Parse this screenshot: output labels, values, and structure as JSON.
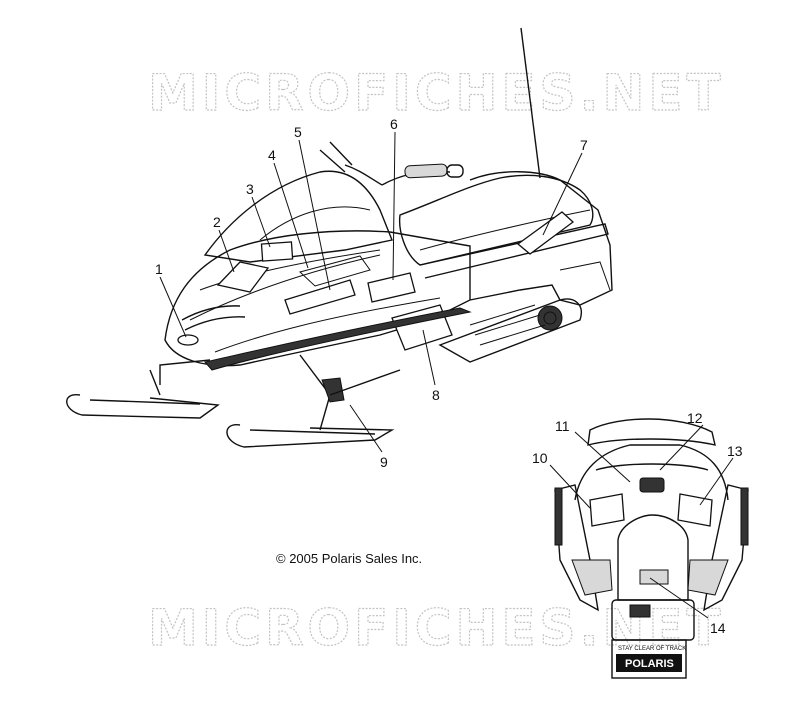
{
  "watermark": {
    "text_top": "MICROFICHES.NET",
    "text_bottom": "MICROFICHES.NET"
  },
  "copyright": "© 2005 Polaris Sales Inc.",
  "callouts": [
    "1",
    "2",
    "3",
    "4",
    "5",
    "6",
    "7",
    "8",
    "9",
    "10",
    "11",
    "12",
    "13",
    "14"
  ],
  "rear_view": {
    "brand": "POLARIS",
    "warning": "STAY CLEAR OF TRACK"
  }
}
